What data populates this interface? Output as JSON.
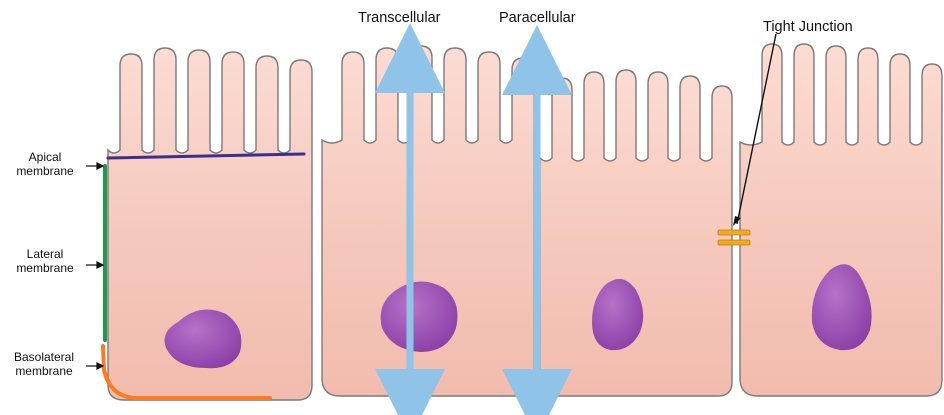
{
  "labels": {
    "transcellular": "Transcellular",
    "paracellular": "Paracellular",
    "tight_junction": "Tight Junction",
    "apical_1": "Apical",
    "apical_2": "membrane",
    "lateral_1": "Lateral",
    "lateral_2": "membrane",
    "basolateral_1": "Basolateral",
    "basolateral_2": "membrane"
  },
  "colors": {
    "cell_fill": "#f6c9bd",
    "cell_outline": "#7a7a7a",
    "nucleus": "#9b52b4",
    "apical_line": "#3a2f8f",
    "lateral_line": "#1f9a4a",
    "basolateral_line": "#ff7a1a",
    "transport_arrow": "#8fc3e8",
    "tight_junction": "#f2a91f"
  }
}
